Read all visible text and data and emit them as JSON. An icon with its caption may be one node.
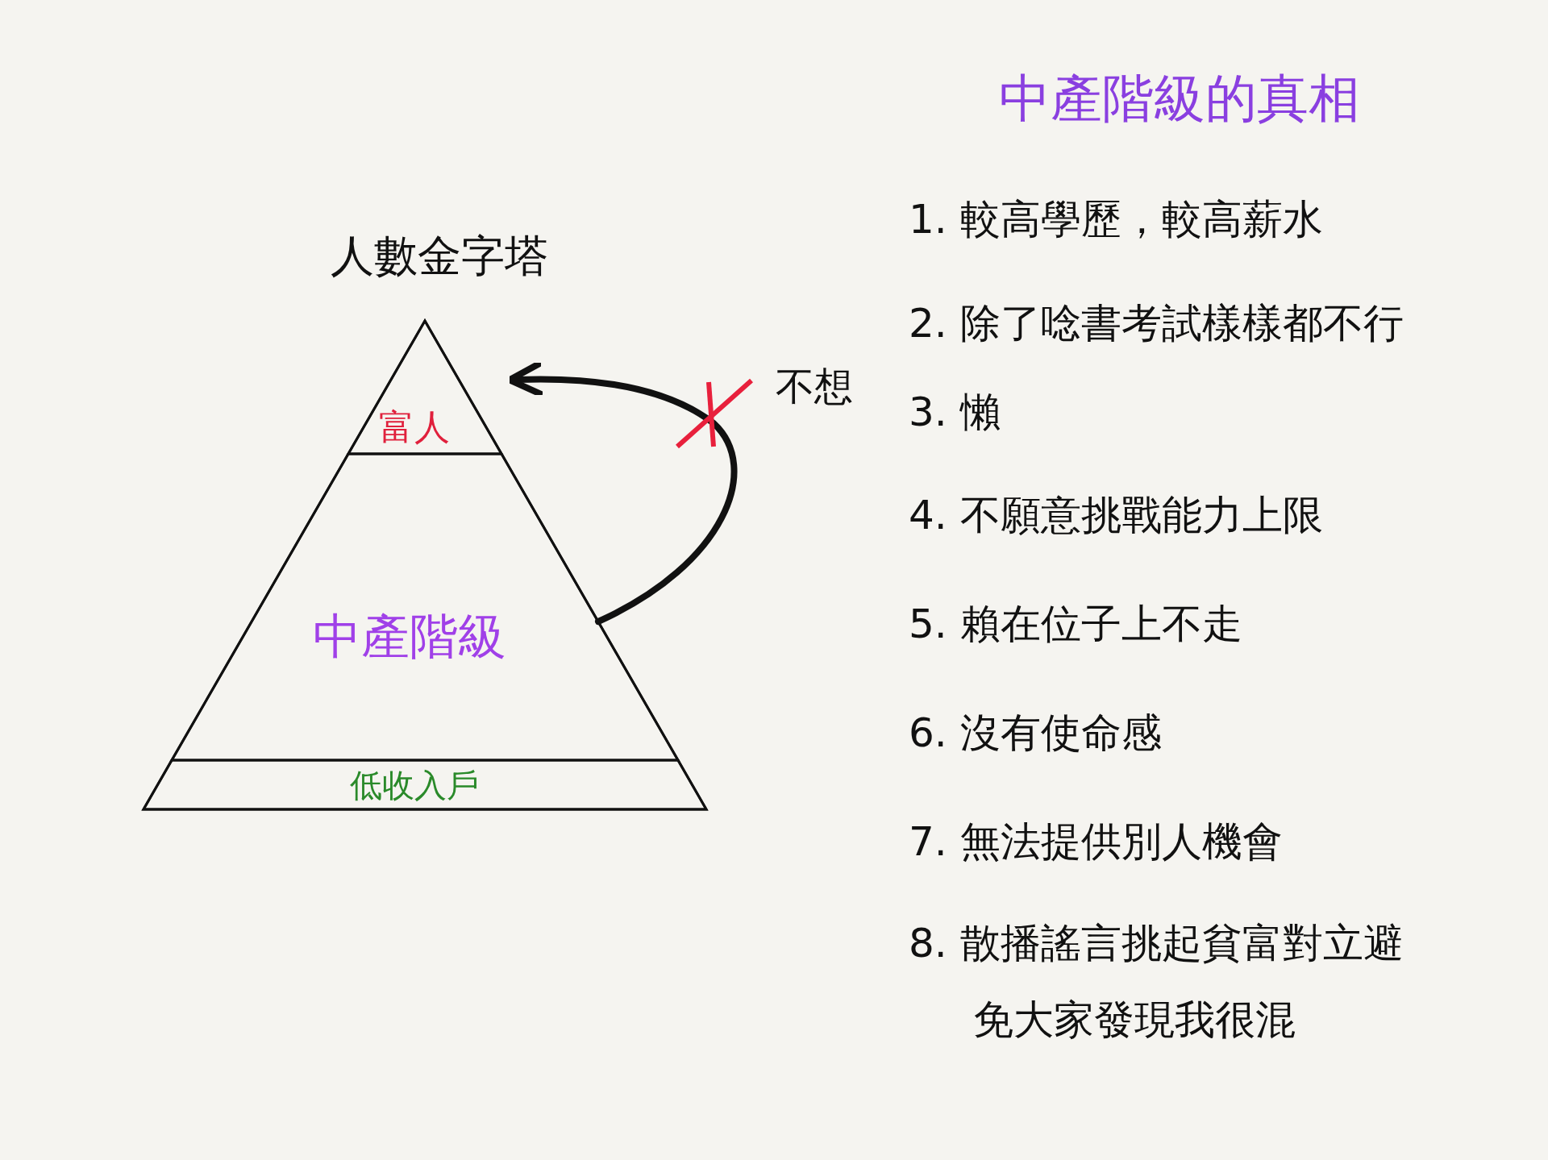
{
  "diagram": {
    "title": "中產階級的真相",
    "nodes": [
      {
        "text": [
          "人數金字塔"
        ]
      },
      {
        "text": [
          "富人"
        ],
        "in": 0
      },
      {
        "text": [
          "中產階級"
        ],
        "in": 0
      },
      {
        "text": [
          "低收入戶"
        ],
        "in": 0
      }
    ],
    "edges": [
      {
        "from": 2,
        "to": 1,
        "arrow": "to",
        "label": "不想"
      }
    ],
    "labels": [
      "1. 較高學歷，較高薪水",
      "2. 除了唸書考試樣樣都不行",
      "3. 懶",
      "4. 不願意挑戰能力上限",
      "5. 賴在位子上不走",
      "6. 沒有使命感",
      "7. 無法提供別人機會",
      "8. 散播謠言挑起貧富對立避免大家發現我很混"
    ]
  }
}
